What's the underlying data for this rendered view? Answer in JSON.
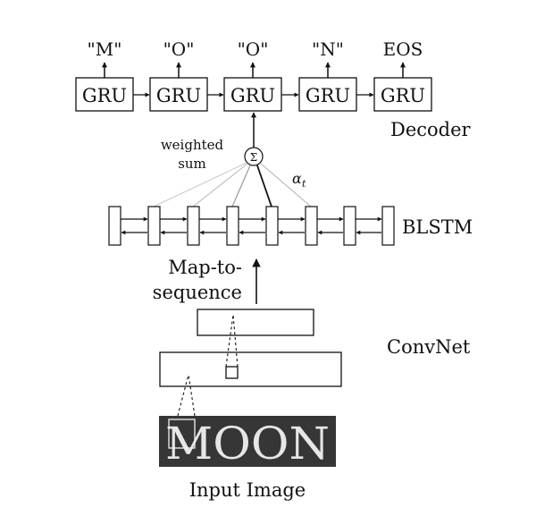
{
  "decoder": {
    "outputs": [
      "\"M\"",
      "\"O\"",
      "\"O\"",
      "\"N\"",
      "EOS"
    ],
    "cells": [
      "GRU",
      "GRU",
      "GRU",
      "GRU",
      "GRU"
    ],
    "label": "Decoder"
  },
  "attention": {
    "weighted_label_line1": "weighted",
    "weighted_label_line2": "sum",
    "sum_symbol": "Σ",
    "alpha": "α",
    "alpha_sub": "t"
  },
  "blstm": {
    "label": "BLSTM",
    "cell_count": 8
  },
  "map_to_sequence": {
    "line1": "Map-to-",
    "line2": "sequence"
  },
  "convnet": {
    "label": "ConvNet"
  },
  "input": {
    "image_text": "MOON",
    "caption": "Input Image"
  }
}
